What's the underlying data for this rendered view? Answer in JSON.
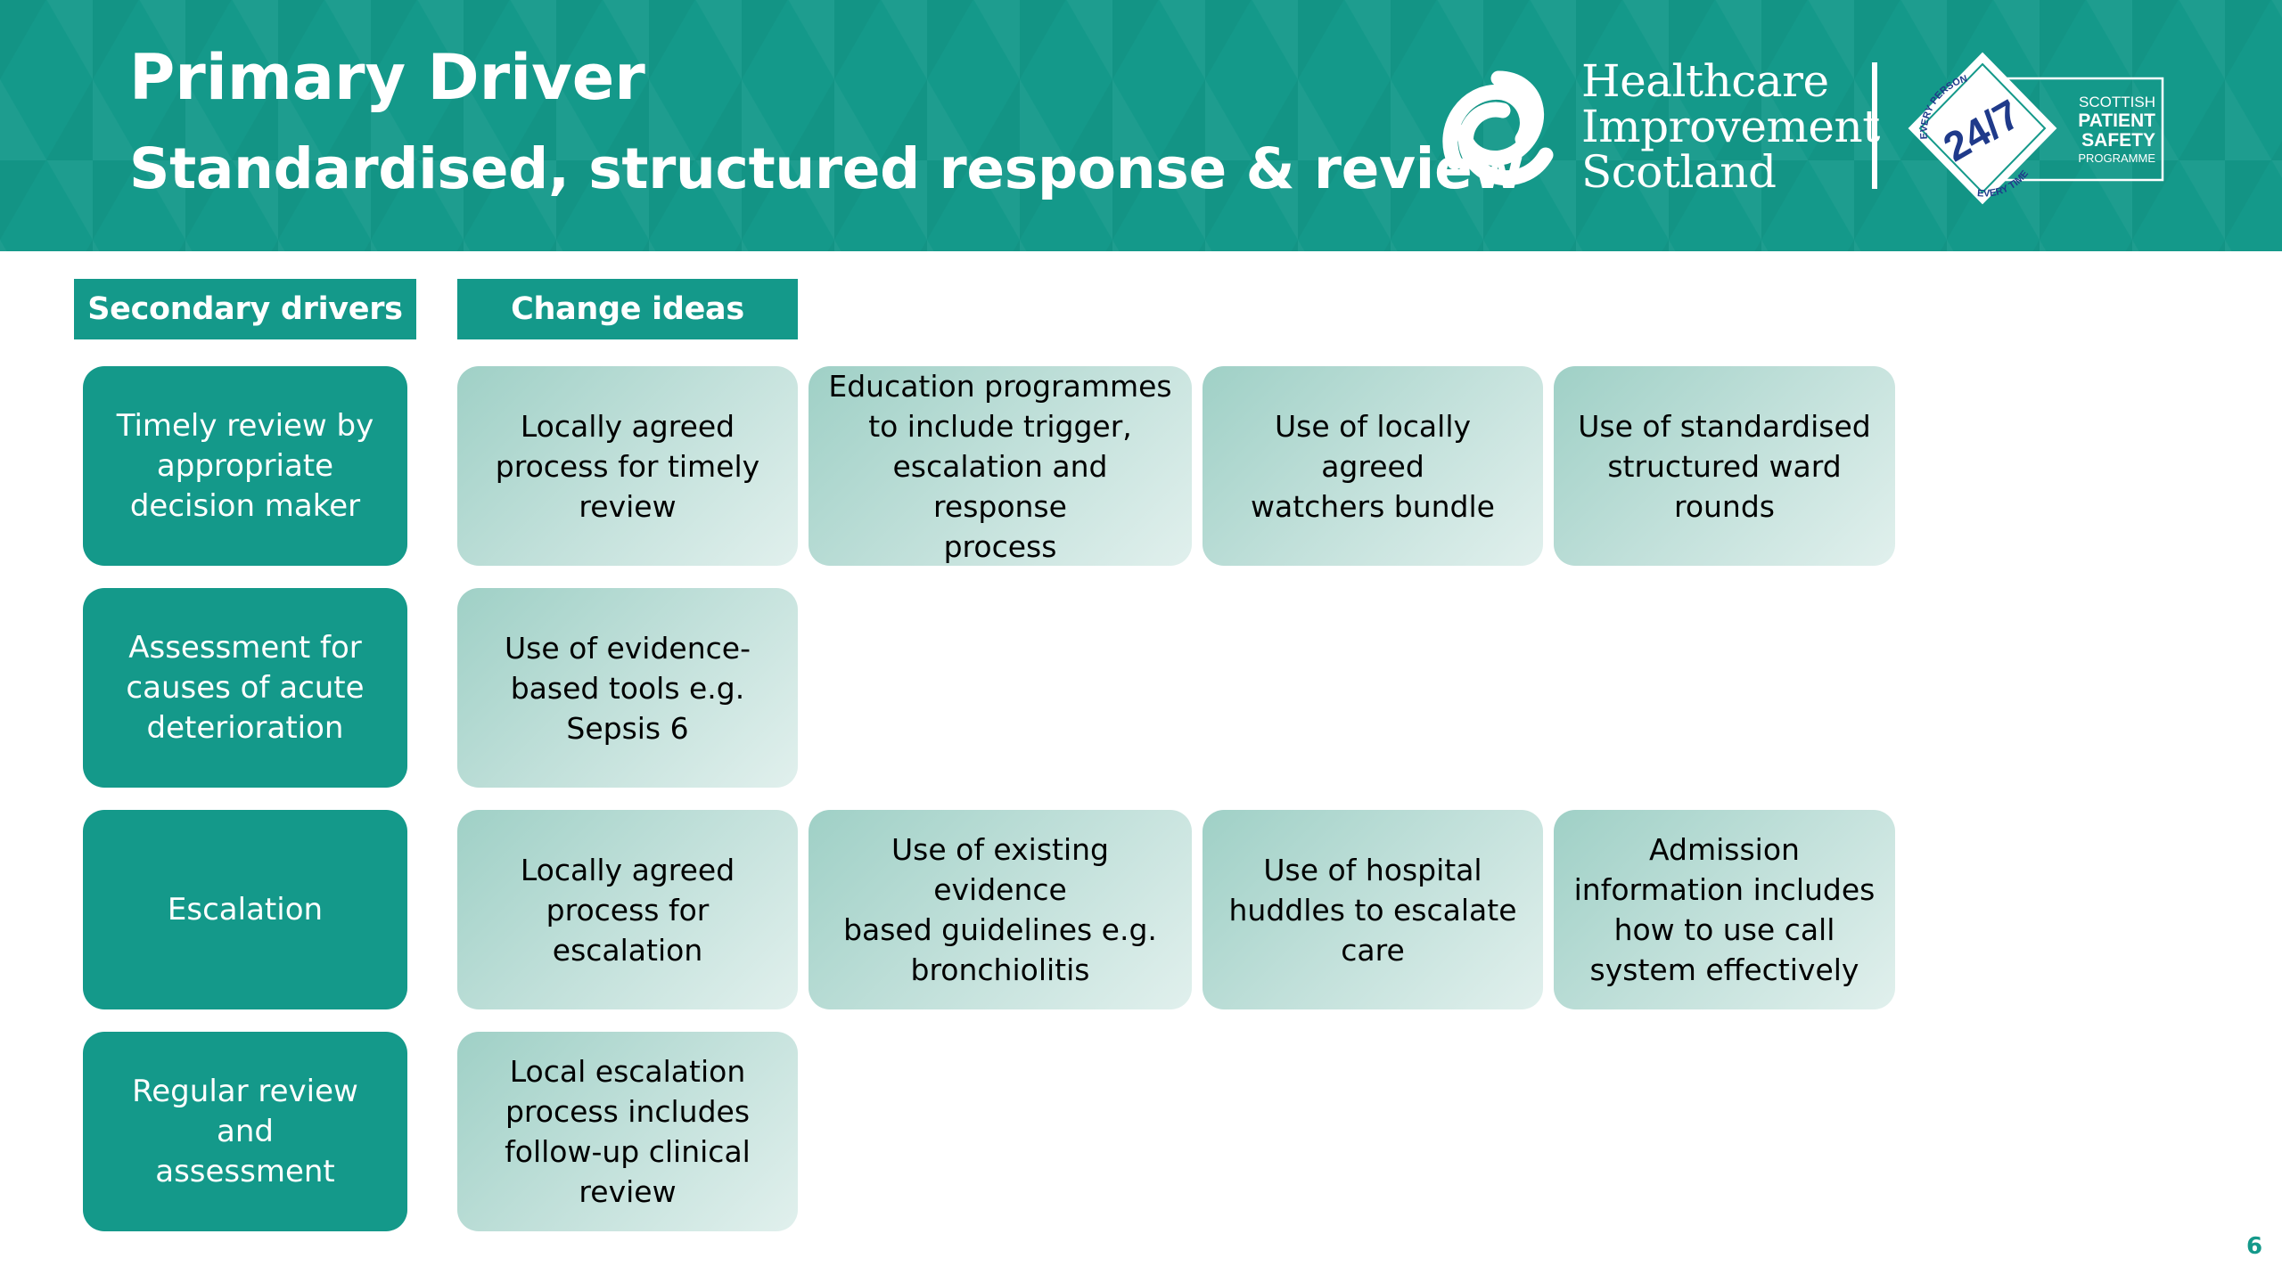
{
  "slide": {
    "title": "Primary Driver",
    "subtitle": "Standardised, structured response & review",
    "page_number": "6"
  },
  "logos": {
    "his": {
      "line1": "Healthcare",
      "line2": "Improvement",
      "line3": "Scotland"
    },
    "spsp": {
      "badge_top": "EVERY PERSON",
      "badge_bottom": "EVERY TIME",
      "badge_number": "24/7",
      "line1": "SCOTTISH",
      "line2": "PATIENT",
      "line3": "SAFETY",
      "line4": "PROGRAMME"
    }
  },
  "headers": {
    "secondary_drivers": "Secondary drivers",
    "change_ideas": "Change ideas"
  },
  "rows": [
    {
      "driver": "Timely review by\nappropriate\ndecision maker",
      "ideas": [
        "Locally agreed\nprocess for timely\nreview",
        "Education programmes\nto include trigger,\nescalation and response\nprocess",
        "Use of locally agreed\nwatchers bundle",
        "Use of standardised\nstructured ward\nrounds"
      ]
    },
    {
      "driver": "Assessment for\ncauses of acute\ndeterioration",
      "ideas": [
        "Use of evidence-\nbased tools e.g.\nSepsis 6"
      ]
    },
    {
      "driver": "Escalation",
      "ideas": [
        "Locally agreed\nprocess for\nescalation",
        "Use of existing evidence\nbased guidelines e.g.\nbronchiolitis",
        "Use of hospital\nhuddles to escalate\ncare",
        "Admission\ninformation includes\nhow to use call\nsystem effectively"
      ]
    },
    {
      "driver": "Regular review and\nassessment",
      "ideas": [
        "Local escalation\nprocess includes\nfollow-up clinical\nreview"
      ]
    }
  ],
  "colors": {
    "brand_teal": "#14998a",
    "idea_gradient_start": "#9fd0c6",
    "idea_gradient_end": "#e1f0ed"
  }
}
